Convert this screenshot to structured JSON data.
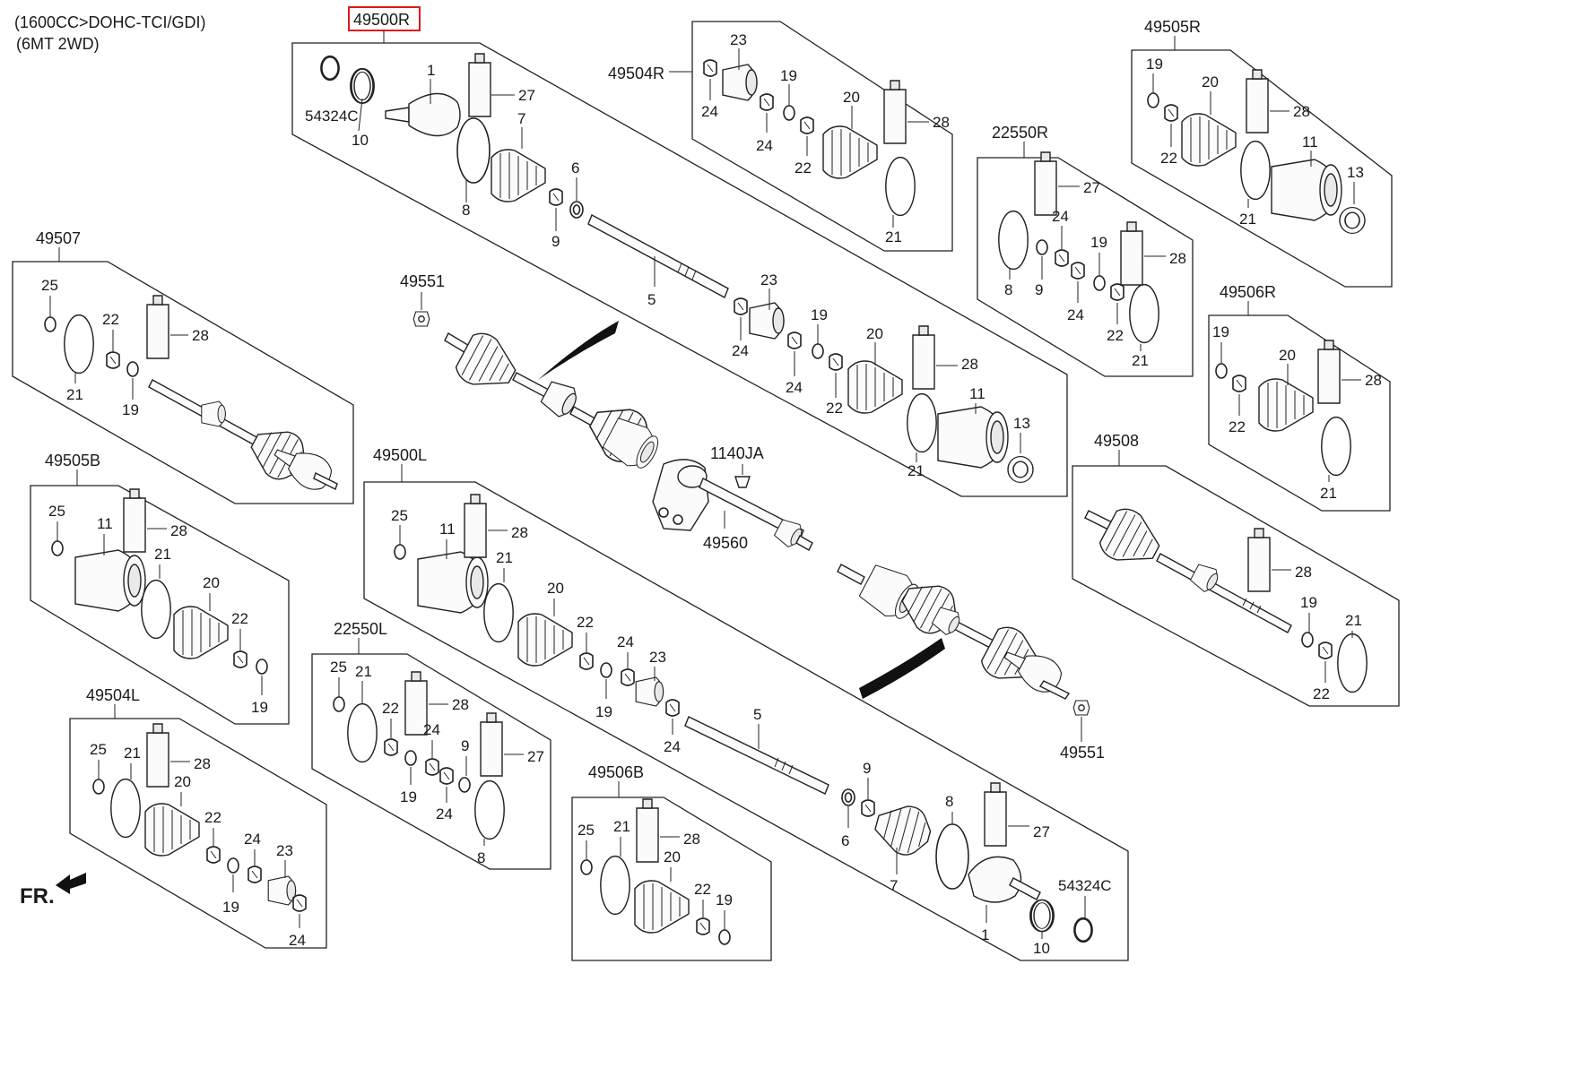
{
  "header": {
    "engine": "(1600CC>DOHC-TCI/GDI)",
    "trans": "(6MT 2WD)"
  },
  "direction": {
    "label": "FR."
  },
  "groups": {
    "g49500R": "49500R",
    "g49504R": "49504R",
    "g49505R": "49505R",
    "g22550R": "22550R",
    "g49507": "49507",
    "g49551a": "49551",
    "g49506R": "49506R",
    "g1140JA": "1140JA",
    "g49560": "49560",
    "g49505B": "49505B",
    "g49500L": "49500L",
    "g49508": "49508",
    "g22550L": "22550L",
    "g49504L": "49504L",
    "g49506B": "49506B",
    "g49551b": "49551"
  },
  "parts": {
    "n1": "1",
    "n5": "5",
    "n6": "6",
    "n7": "7",
    "n8": "8",
    "n9": "9",
    "n10": "10",
    "n11": "11",
    "n13": "13",
    "n19": "19",
    "n20": "20",
    "n21": "21",
    "n22": "22",
    "n23": "23",
    "n24": "24",
    "n25": "25",
    "n27": "27",
    "n28": "28",
    "n54324C": "54324C"
  },
  "highlight": {
    "color": "#e01818"
  }
}
